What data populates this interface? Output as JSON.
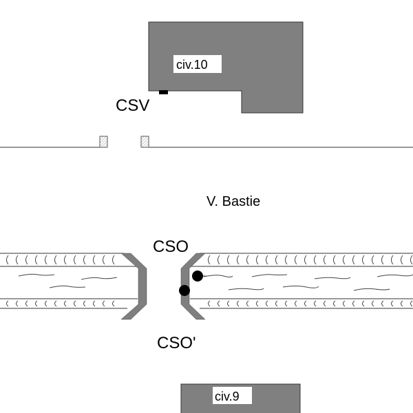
{
  "buildings": [
    {
      "id": "civ10",
      "label": "civ.10"
    },
    {
      "id": "civ9",
      "label": "civ.9"
    }
  ],
  "labels": {
    "csv": "CSV",
    "street": "V. Bastie",
    "cso": "CSO",
    "cso_prime": "CSO'"
  },
  "colors": {
    "building_fill": "#808080",
    "bracket_fill": "#7f7f7f",
    "line": "#333333",
    "marker": "#000000"
  }
}
